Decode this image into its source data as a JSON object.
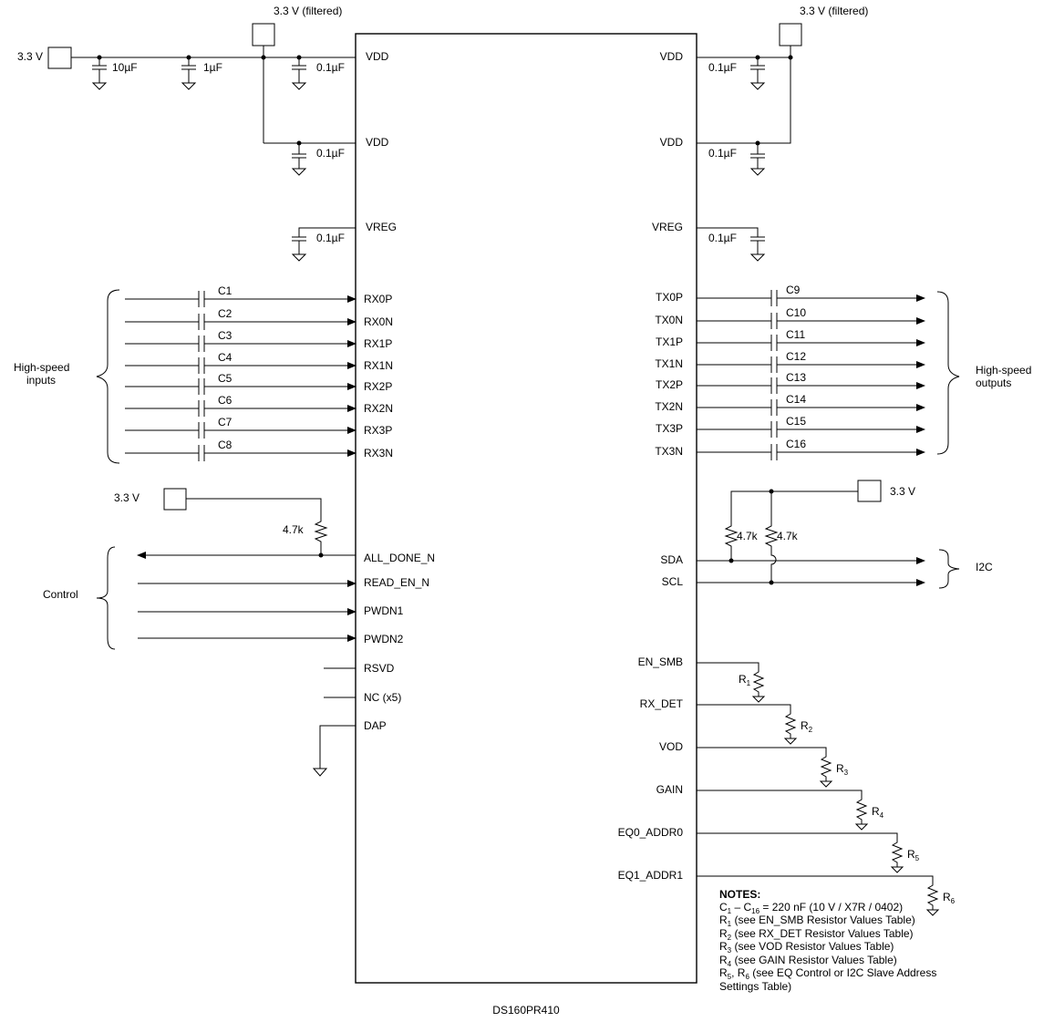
{
  "chip": {
    "part_number": "DS160PR410",
    "left_pins": {
      "vdd_top": "VDD",
      "vdd_mid": "VDD",
      "vreg": "VREG",
      "rx": [
        "RX0P",
        "RX0N",
        "RX1P",
        "RX1N",
        "RX2P",
        "RX2N",
        "RX3P",
        "RX3N"
      ],
      "all_done": "ALL_DONE_N",
      "read_en": "READ_EN_N",
      "pwdn1": "PWDN1",
      "pwdn2": "PWDN2",
      "rsvd": "RSVD",
      "nc": "NC (x5)",
      "dap": "DAP"
    },
    "right_pins": {
      "vdd_top": "VDD",
      "vdd_mid": "VDD",
      "vreg": "VREG",
      "tx": [
        "TX0P",
        "TX0N",
        "TX1P",
        "TX1N",
        "TX2P",
        "TX2N",
        "TX3P",
        "TX3N"
      ],
      "sda": "SDA",
      "scl": "SCL",
      "straps": [
        "EN_SMB",
        "RX_DET",
        "VOD",
        "GAIN",
        "EQ0_ADDR0",
        "EQ1_ADDR1"
      ]
    }
  },
  "power": {
    "supply": "3.3 V",
    "filtered_left": "3.3 V (filtered)",
    "filtered_right": "3.3 V (filtered)",
    "bulk_caps": [
      "10µF",
      "1µF"
    ],
    "decoupling_cap": "0.1µF"
  },
  "coupling_caps": {
    "inputs": [
      "C1",
      "C2",
      "C3",
      "C4",
      "C5",
      "C6",
      "C7",
      "C8"
    ],
    "outputs": [
      "C9",
      "C10",
      "C11",
      "C12",
      "C13",
      "C14",
      "C15",
      "C16"
    ]
  },
  "groups": {
    "inputs_line1": "High-speed",
    "inputs_line2": "inputs",
    "outputs_line1": "High-speed",
    "outputs_line2": "outputs",
    "control": "Control",
    "i2c": "I2C"
  },
  "pullups": {
    "control_supply": "3.3 V",
    "control_res": "4.7k",
    "i2c_supply": "3.3 V",
    "sda_res": "4.7k",
    "scl_res": "4.7k"
  },
  "strap_resistors": [
    {
      "name": "R",
      "sub": "1"
    },
    {
      "name": "R",
      "sub": "2"
    },
    {
      "name": "R",
      "sub": "3"
    },
    {
      "name": "R",
      "sub": "4"
    },
    {
      "name": "R",
      "sub": "5"
    },
    {
      "name": "R",
      "sub": "6"
    }
  ],
  "notes": {
    "title": "NOTES:",
    "cap_spec": {
      "c_a": "C",
      "sub_a": "1",
      "mid": " – C",
      "sub_b": "16",
      "rest": " = 220 nF (10 V / X7R / 0402)"
    },
    "resistors": [
      {
        "r": "R",
        "sub": "1",
        "text": " (see EN_SMB Resistor Values Table)"
      },
      {
        "r": "R",
        "sub": "2",
        "text": " (see RX_DET Resistor Values Table)"
      },
      {
        "r": "R",
        "sub": "3",
        "text": " (see VOD Resistor Values Table)"
      },
      {
        "r": "R",
        "sub": "4",
        "text": " (see GAIN Resistor Values Table)"
      }
    ],
    "last": {
      "r5": "R",
      "sub5": "5",
      "sep": ", ",
      "r6": "R",
      "sub6": "6",
      "text": " (see EQ Control or I2C Slave Address"
    },
    "last_line2": "Settings Table)"
  }
}
